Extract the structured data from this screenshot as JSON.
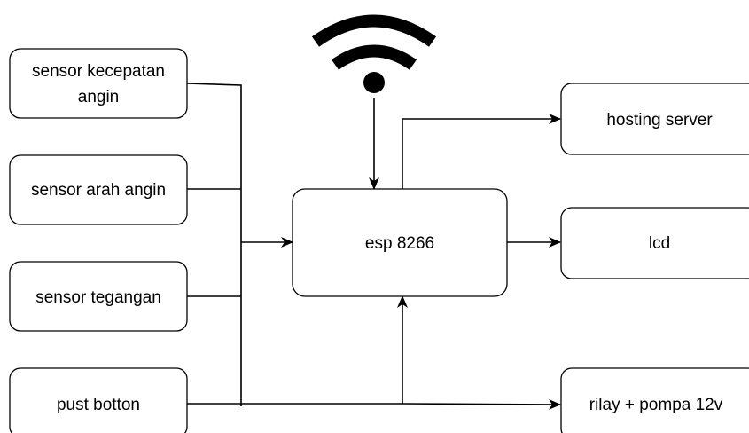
{
  "diagram": {
    "nodes": {
      "sensor_kecepatan": {
        "line1": "sensor kecepatan",
        "line2": "angin"
      },
      "sensor_arah": {
        "label": "sensor arah angin"
      },
      "sensor_tegangan": {
        "label": "sensor tegangan"
      },
      "push_button": {
        "label": "pust botton"
      },
      "esp": {
        "label": "esp 8266"
      },
      "hosting": {
        "label": "hosting server"
      },
      "lcd": {
        "label": "lcd"
      },
      "relay": {
        "label": "rilay + pompa 12v"
      }
    },
    "wifi_icon": "wifi-icon",
    "colors": {
      "stroke": "#000000",
      "background": "#ffffff",
      "text": "#000000"
    }
  }
}
